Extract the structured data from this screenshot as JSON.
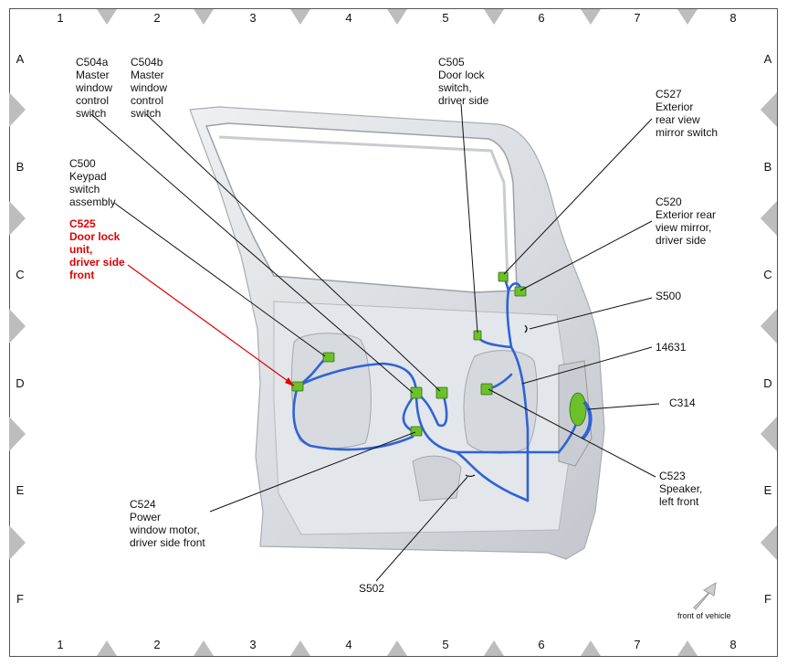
{
  "grid": {
    "columns": [
      "1",
      "2",
      "3",
      "4",
      "5",
      "6",
      "7",
      "8"
    ],
    "rows": [
      "A",
      "B",
      "C",
      "D",
      "E",
      "F"
    ]
  },
  "callouts": [
    {
      "id": "c504a",
      "lines": [
        "C504a",
        "Master",
        "window",
        "control",
        "switch"
      ],
      "color": "#111111"
    },
    {
      "id": "c504b",
      "lines": [
        "C504b",
        "Master",
        "window",
        "control",
        "switch"
      ],
      "color": "#111111"
    },
    {
      "id": "c505",
      "lines": [
        "C505",
        "Door lock",
        "switch,",
        "driver side"
      ],
      "color": "#111111"
    },
    {
      "id": "c527",
      "lines": [
        "C527",
        "Exterior",
        "rear view",
        "mirror switch"
      ],
      "color": "#111111"
    },
    {
      "id": "c500",
      "lines": [
        "C500",
        "Keypad",
        "switch",
        "assembly"
      ],
      "color": "#111111"
    },
    {
      "id": "c525",
      "lines": [
        "C525",
        "Door lock",
        "unit,",
        "driver side",
        "front"
      ],
      "color": "#e00000"
    },
    {
      "id": "c520",
      "lines": [
        "C520",
        "Exterior rear",
        "view mirror,",
        "driver side"
      ],
      "color": "#111111"
    },
    {
      "id": "s500",
      "lines": [
        "S500"
      ],
      "color": "#111111"
    },
    {
      "id": "n14631",
      "lines": [
        "14631"
      ],
      "color": "#111111"
    },
    {
      "id": "c314",
      "lines": [
        "C314"
      ],
      "color": "#111111"
    },
    {
      "id": "c523",
      "lines": [
        "C523",
        "Speaker,",
        "left front"
      ],
      "color": "#111111"
    },
    {
      "id": "c524",
      "lines": [
        "C524",
        "Power",
        "window motor,",
        "driver side front"
      ],
      "color": "#111111"
    },
    {
      "id": "s502",
      "lines": [
        "S502"
      ],
      "color": "#111111"
    }
  ],
  "orientation": {
    "label": "front of vehicle",
    "icon": "arrow-up-right-icon"
  },
  "colors": {
    "harness": "#2f63d6",
    "connector": "#6cc02a",
    "door": "#dcdfe3",
    "callout_highlight": "#e00000"
  }
}
